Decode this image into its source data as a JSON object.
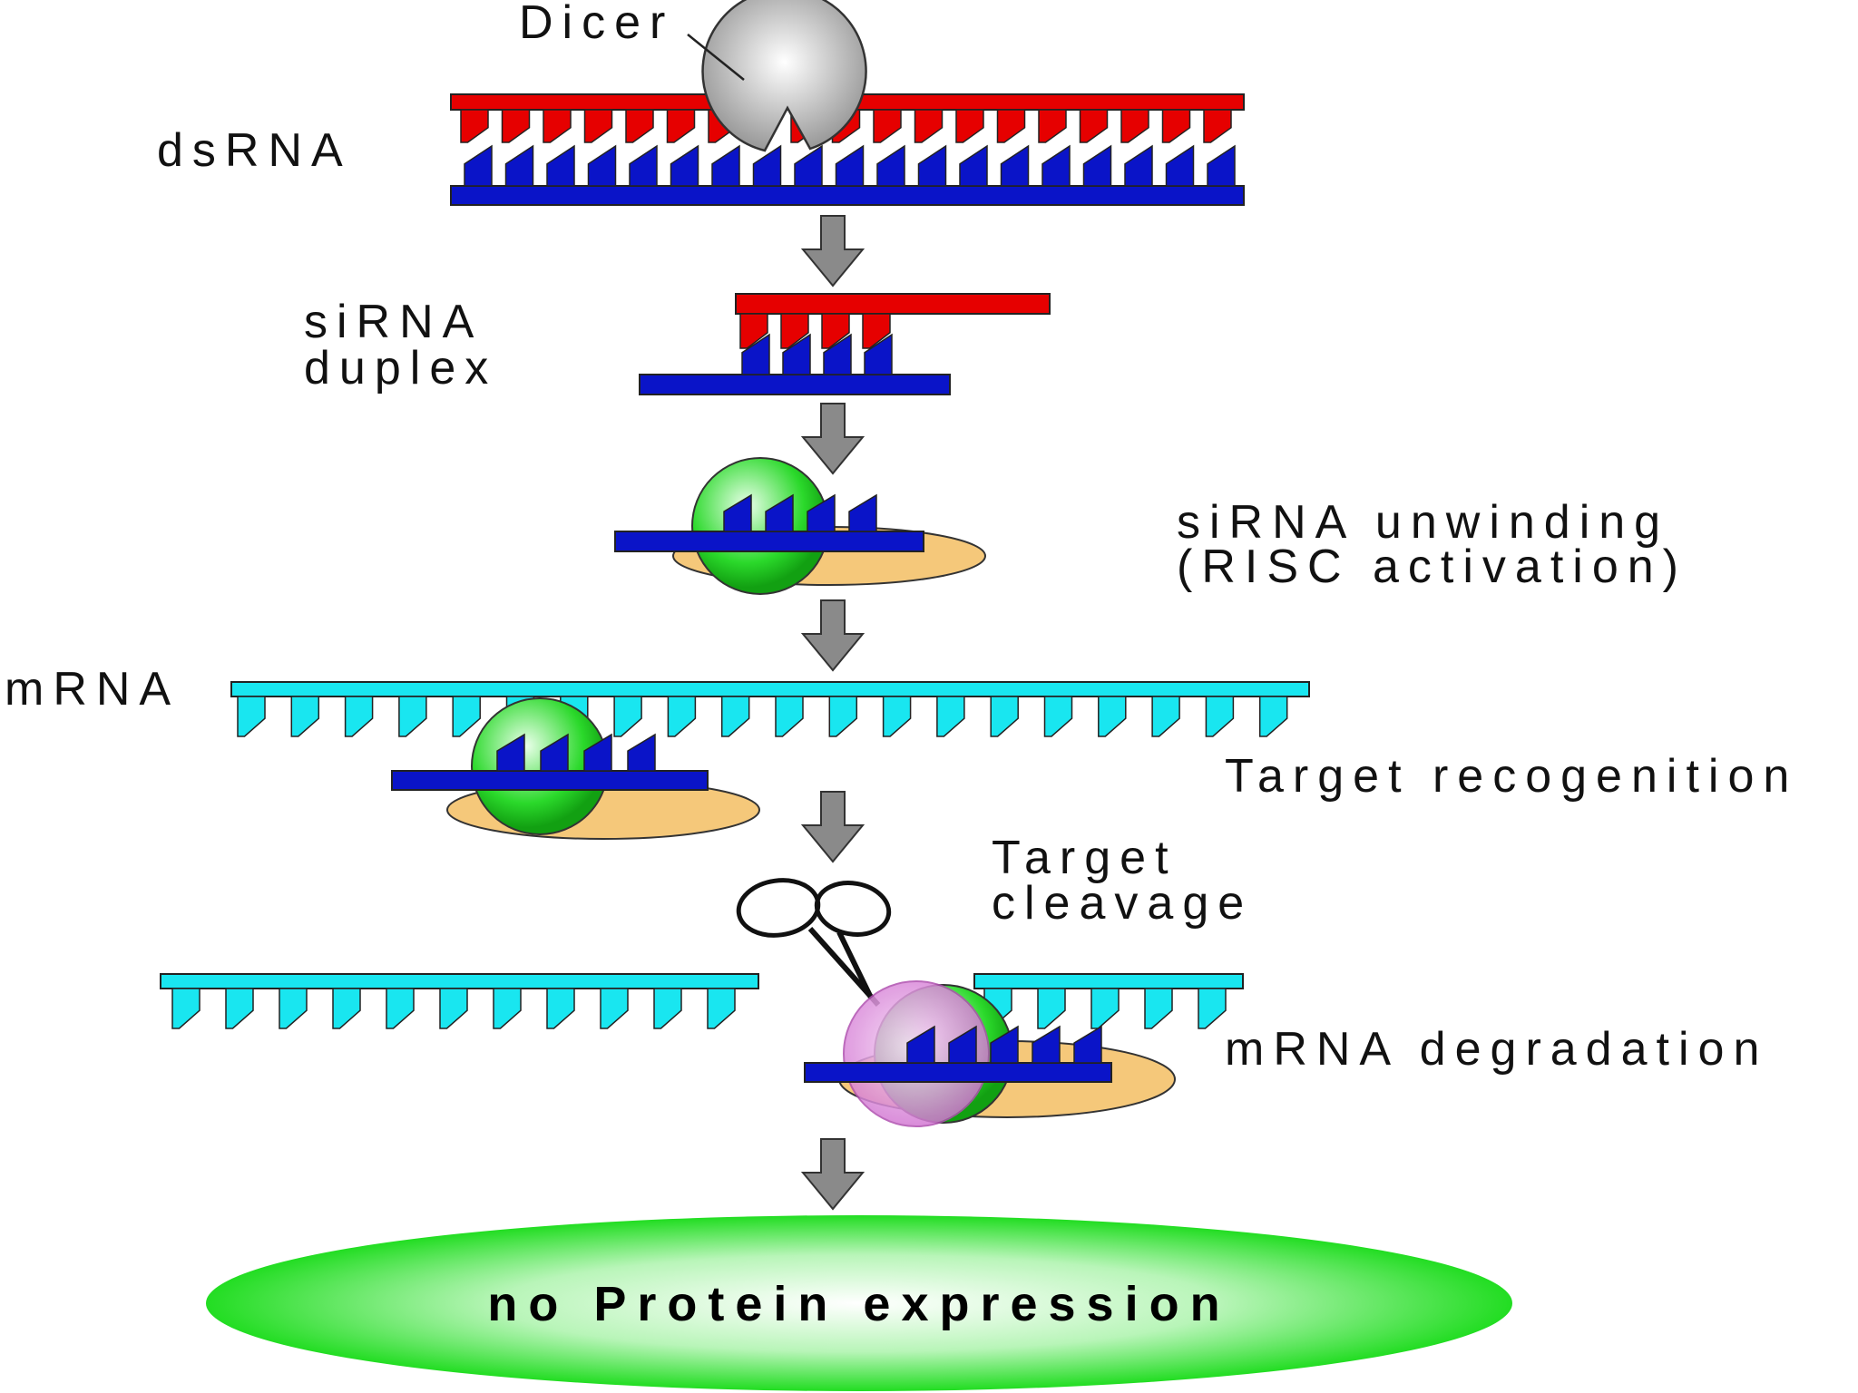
{
  "labels": {
    "dicer": "Dicer",
    "dsrna": "dsRNA",
    "sirna_line1": "siRNA",
    "sirna_line2": "duplex",
    "unwinding_line1": "siRNA unwinding",
    "unwinding_line2": "(RISC activation)",
    "mrna": "mRNA",
    "target_recognition": "Target recogenition",
    "cleavage_line1": "Target",
    "cleavage_line2": "cleavage",
    "degradation": "mRNA degradation",
    "outcome": "no Protein expression"
  },
  "icons": {
    "dicer": "dicer-enzyme-icon",
    "scissors": "scissors-icon",
    "risc": "risc-complex-icon"
  },
  "colors": {
    "sense_strand": "#e60000",
    "antisense_strand": "#0a14c8",
    "mrna_strand": "#19e6f0",
    "risc_green": "#2bd92b",
    "risc_orange": "#f5c87a",
    "arrow_gray": "#8a8a8a",
    "outcome_green": "#33e633"
  }
}
